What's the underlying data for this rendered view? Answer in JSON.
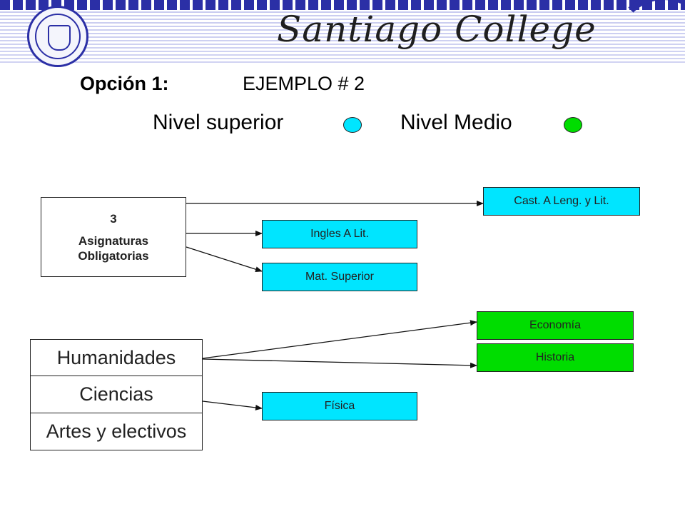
{
  "header": {
    "brand": "Santiago College",
    "seal_icon": "college-seal-icon",
    "stripe_color": "#2b2fa6"
  },
  "title": {
    "option_label": "Opción 1:",
    "example_label": "EJEMPLO # 2"
  },
  "legend": {
    "superior": {
      "label": "Nivel superior",
      "color": "#00e5ff"
    },
    "medio": {
      "label": "Nivel Medio",
      "color": "#00dd00"
    }
  },
  "mandatory": {
    "count": "3",
    "label_line1": "Asignaturas",
    "label_line2": "Obligatorias"
  },
  "subjects": {
    "cast": "Cast. A Leng. y Lit.",
    "ingles": "Ingles A Lit.",
    "mat": "Mat. Superior",
    "economia": "Economía",
    "historia": "Historia",
    "fisica": "Física"
  },
  "areas": {
    "humanidades": "Humanidades",
    "ciencias": "Ciencias",
    "artes": "Artes y electivos"
  }
}
